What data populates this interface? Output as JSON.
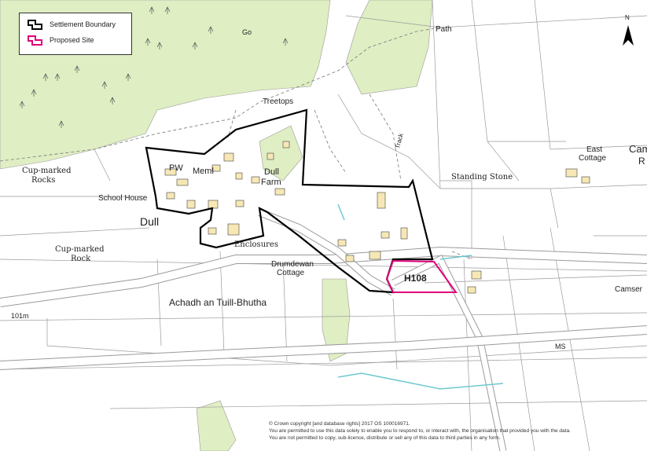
{
  "legend": {
    "items": [
      {
        "label": "Settlement Boundary",
        "color": "#000000",
        "icon": "settlement-boundary-icon"
      },
      {
        "label": "Proposed Site",
        "color": "#e0007a",
        "icon": "proposed-site-icon"
      }
    ]
  },
  "north_label": "N",
  "site_label": "H108",
  "place_labels": {
    "dull": "Dull",
    "pw": "PW",
    "meml": "Meml",
    "dull_farm_1": "Dull",
    "dull_farm_2": "Farm",
    "school_house": "School House",
    "cup_marked_rocks_1": "Cup-marked",
    "cup_marked_rocks_2": "Rocks",
    "cup_marked_rock_1": "Cup-marked",
    "cup_marked_rock_2": "Rock",
    "treetops": "Treetops",
    "path": "Path",
    "track": "Track",
    "standing_stone": "Standing Stone",
    "east_cottage_1": "East",
    "east_cottage_2": "Cottage",
    "cam_top": "Cam",
    "cam_r": "R",
    "enclosures": "Enclosures",
    "drumdewan_1": "Drumdewan",
    "drumdewan_2": "Cottage",
    "achadh": "Achadh an Tuill-Bhutha",
    "spot_height": "101m",
    "ms": "MS",
    "camserney": "Camser",
    "g_o": "Go"
  },
  "copyright": {
    "line1": "© Crown copyright [and database rights] 2017 OS 100016971.",
    "line2": "You are permitted to use this data solely to enable you to respond to, or interact with, the organisation that provided you with the data.",
    "line3": "You are not permitted to copy, sub-licence, distribute or sell any of this data to third parties in any form."
  },
  "colors": {
    "woodland": "#dfeec3",
    "boundary": "#000000",
    "site": "#e0007a",
    "water": "#6ec9cf",
    "road": "#ffffff",
    "grey_line": "#9a9a9a",
    "building": "#f6e7b5"
  }
}
